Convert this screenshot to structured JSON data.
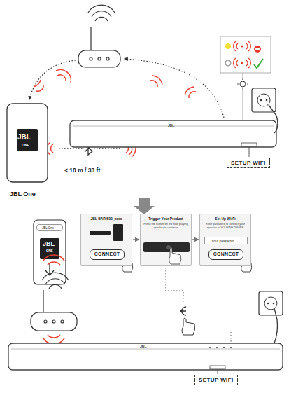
{
  "diagram": {
    "nodes": [
      {
        "text": [
          "JBL BAR 500_xxxx"
        ]
      },
      {
        "text": [
          "CONNECT"
        ],
        "in": 0
      },
      {
        "text": [
          "Trigger Your Product",
          "Press the button on the now playing speaker to continue"
        ]
      },
      {
        "text": [
          "Set Up Wi-Fi",
          "Enter password to connect your speaker to YOUR NETWORK"
        ]
      },
      {
        "text": [
          "Your password"
        ],
        "in": 3
      },
      {
        "text": [
          "CONNECT"
        ],
        "in": 3
      },
      {
        "text": [
          "SETUP WIFI"
        ]
      },
      {
        "text": [
          "SETUP WIFI"
        ]
      },
      {
        "text": [
          "JBL One"
        ]
      }
    ],
    "edges": [
      {
        "from": 0,
        "to": 2,
        "arrow": "to"
      },
      {
        "from": 2,
        "to": 3,
        "arrow": "to"
      }
    ],
    "labels": [
      "JBL",
      "ONE",
      "JBL One",
      "< 10 m / 33 ft",
      "JBL",
      "JBL",
      "ONE",
      "JBL"
    ]
  }
}
